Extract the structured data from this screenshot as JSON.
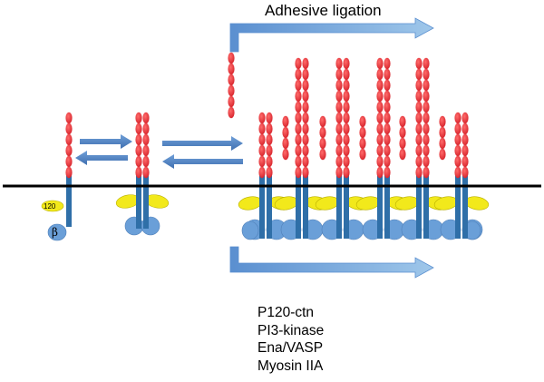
{
  "title": "Adhesive ligation",
  "labels": {
    "p120": "120",
    "beta": "β"
  },
  "molecules": [
    "P120-ctn",
    "PI3-kinase",
    "Ena/VASP",
    "Myosin IIA"
  ],
  "colors": {
    "domain": "#e8333b",
    "strand": "#2f6fa8",
    "p120": "#f2e91b",
    "beta": "#6a9fd8",
    "arrow": "#4a7bbd",
    "membrane": "#000000"
  }
}
